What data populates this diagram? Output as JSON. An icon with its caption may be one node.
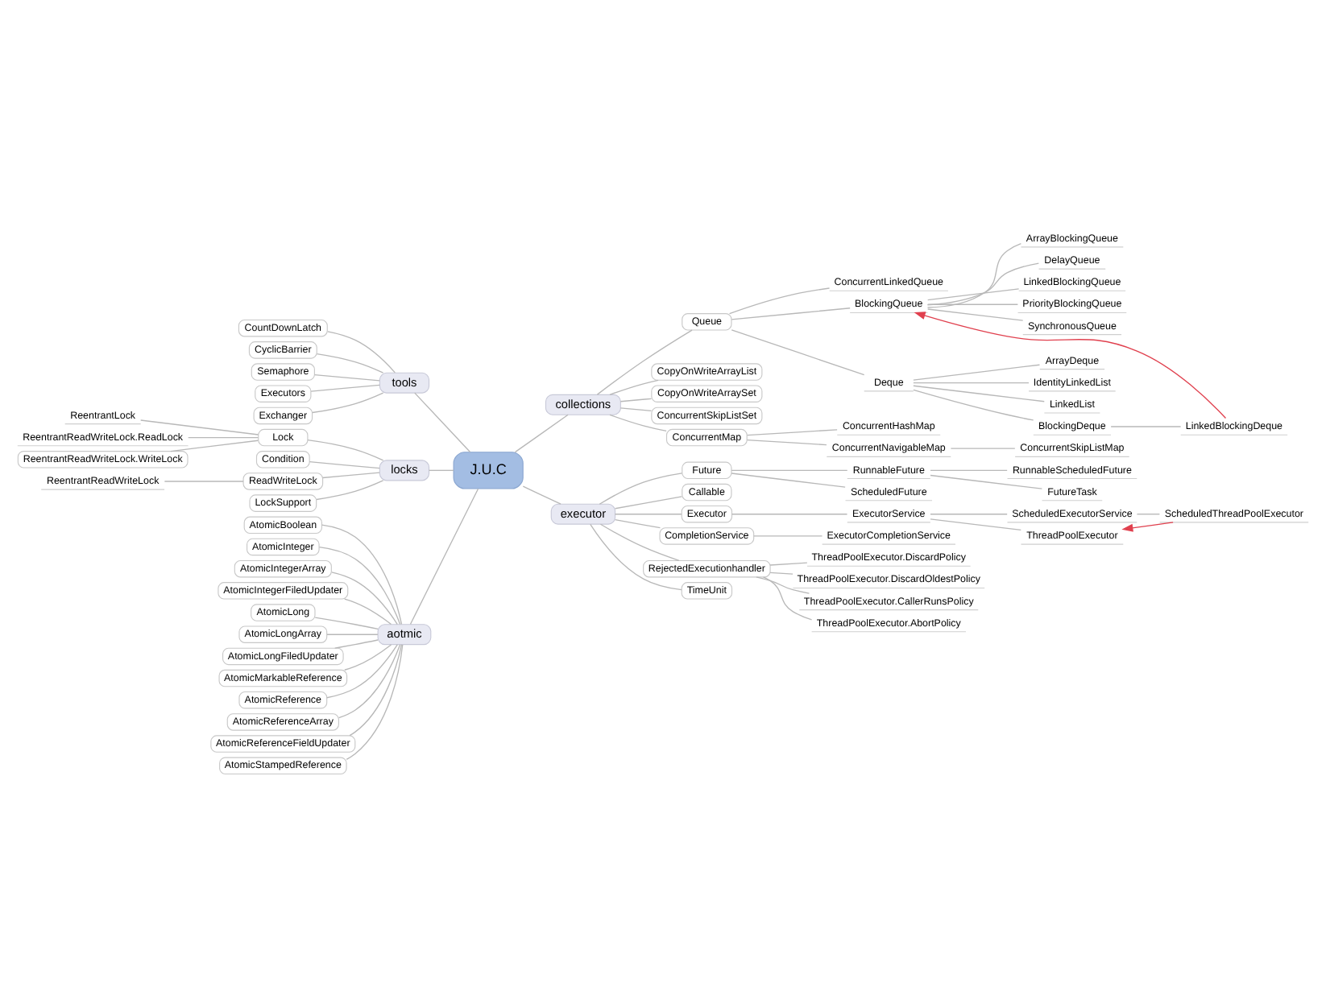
{
  "diagram": {
    "nodes": [
      {
        "text": [
          "J.U.C"
        ]
      },
      {
        "text": [
          "tools"
        ]
      },
      {
        "text": [
          "CountDownLatch"
        ]
      },
      {
        "text": [
          "CyclicBarrier"
        ]
      },
      {
        "text": [
          "Semaphore"
        ]
      },
      {
        "text": [
          "Executors"
        ]
      },
      {
        "text": [
          "Exchanger"
        ]
      },
      {
        "text": [
          "locks"
        ]
      },
      {
        "text": [
          "Lock"
        ]
      },
      {
        "text": [
          "ReentrantLock"
        ]
      },
      {
        "text": [
          "ReentrantReadWriteLock.ReadLock"
        ]
      },
      {
        "text": [
          "ReentrantReadWriteLock.WriteLock"
        ]
      },
      {
        "text": [
          "Condition"
        ]
      },
      {
        "text": [
          "ReadWriteLock"
        ]
      },
      {
        "text": [
          "ReentrantReadWriteLock"
        ]
      },
      {
        "text": [
          "LockSupport"
        ]
      },
      {
        "text": [
          "aotmic"
        ]
      },
      {
        "text": [
          "AtomicBoolean"
        ]
      },
      {
        "text": [
          "AtomicInteger"
        ]
      },
      {
        "text": [
          "AtomicIntegerArray"
        ]
      },
      {
        "text": [
          "AtomicIntegerFiledUpdater"
        ]
      },
      {
        "text": [
          "AtomicLong"
        ]
      },
      {
        "text": [
          "AtomicLongArray"
        ]
      },
      {
        "text": [
          "AtomicLongFiledUpdater"
        ]
      },
      {
        "text": [
          "AtomicMarkableReference"
        ]
      },
      {
        "text": [
          "AtomicReference"
        ]
      },
      {
        "text": [
          "AtomicReferenceArray"
        ]
      },
      {
        "text": [
          "AtomicReferenceFieldUpdater"
        ]
      },
      {
        "text": [
          "AtomicStampedReference"
        ]
      },
      {
        "text": [
          "collections"
        ]
      },
      {
        "text": [
          "Queue"
        ]
      },
      {
        "text": [
          "ConcurrentLinkedQueue"
        ]
      },
      {
        "text": [
          "BlockingQueue"
        ]
      },
      {
        "text": [
          "ArrayBlockingQueue"
        ]
      },
      {
        "text": [
          "DelayQueue"
        ]
      },
      {
        "text": [
          "LinkedBlockingQueue"
        ]
      },
      {
        "text": [
          "PriorityBlockingQueue"
        ]
      },
      {
        "text": [
          "SynchronousQueue"
        ]
      },
      {
        "text": [
          "Deque"
        ]
      },
      {
        "text": [
          "ArrayDeque"
        ]
      },
      {
        "text": [
          "IdentityLinkedList"
        ]
      },
      {
        "text": [
          "LinkedList"
        ]
      },
      {
        "text": [
          "BlockingDeque"
        ]
      },
      {
        "text": [
          "LinkedBlockingDeque"
        ]
      },
      {
        "text": [
          "CopyOnWriteArrayList"
        ]
      },
      {
        "text": [
          "CopyOnWriteArraySet"
        ]
      },
      {
        "text": [
          "ConcurrentSkipListSet"
        ]
      },
      {
        "text": [
          "ConcurrentMap"
        ]
      },
      {
        "text": [
          "ConcurrentHashMap"
        ]
      },
      {
        "text": [
          "ConcurrentNavigableMap"
        ]
      },
      {
        "text": [
          "ConcurrentSkipListMap"
        ]
      },
      {
        "text": [
          "executor"
        ]
      },
      {
        "text": [
          "Future"
        ]
      },
      {
        "text": [
          "RunnableFuture"
        ]
      },
      {
        "text": [
          "RunnableScheduledFuture"
        ]
      },
      {
        "text": [
          "FutureTask"
        ]
      },
      {
        "text": [
          "ScheduledFuture"
        ]
      },
      {
        "text": [
          "Callable"
        ]
      },
      {
        "text": [
          "Executor"
        ]
      },
      {
        "text": [
          "ExecutorService"
        ]
      },
      {
        "text": [
          "ScheduledExecutorService"
        ]
      },
      {
        "text": [
          "ScheduledThreadPoolExecutor"
        ]
      },
      {
        "text": [
          "ThreadPoolExecutor"
        ]
      },
      {
        "text": [
          "CompletionService"
        ]
      },
      {
        "text": [
          "ExecutorCompletionService"
        ]
      },
      {
        "text": [
          "RejectedExecutionhandler"
        ]
      },
      {
        "text": [
          "ThreadPoolExecutor.DiscardPolicy"
        ]
      },
      {
        "text": [
          "ThreadPoolExecutor.DiscardOldestPolicy"
        ]
      },
      {
        "text": [
          "ThreadPoolExecutor.CallerRunsPolicy"
        ]
      },
      {
        "text": [
          "ThreadPoolExecutor.AbortPolicy"
        ]
      },
      {
        "text": [
          "TimeUnit"
        ]
      }
    ],
    "edges": [
      {
        "from": 0,
        "to": 1,
        "arrow": "none"
      },
      {
        "from": 1,
        "to": 2,
        "arrow": "none"
      },
      {
        "from": 1,
        "to": 3,
        "arrow": "none"
      },
      {
        "from": 1,
        "to": 4,
        "arrow": "none"
      },
      {
        "from": 1,
        "to": 5,
        "arrow": "none"
      },
      {
        "from": 1,
        "to": 6,
        "arrow": "none"
      },
      {
        "from": 0,
        "to": 7,
        "arrow": "none"
      },
      {
        "from": 7,
        "to": 8,
        "arrow": "none"
      },
      {
        "from": 8,
        "to": 9,
        "arrow": "none"
      },
      {
        "from": 8,
        "to": 10,
        "arrow": "none"
      },
      {
        "from": 8,
        "to": 11,
        "arrow": "none"
      },
      {
        "from": 7,
        "to": 12,
        "arrow": "none"
      },
      {
        "from": 7,
        "to": 13,
        "arrow": "none"
      },
      {
        "from": 13,
        "to": 14,
        "arrow": "none"
      },
      {
        "from": 7,
        "to": 15,
        "arrow": "none"
      },
      {
        "from": 0,
        "to": 16,
        "arrow": "none"
      },
      {
        "from": 16,
        "to": 17,
        "arrow": "none"
      },
      {
        "from": 16,
        "to": 18,
        "arrow": "none"
      },
      {
        "from": 16,
        "to": 19,
        "arrow": "none"
      },
      {
        "from": 16,
        "to": 20,
        "arrow": "none"
      },
      {
        "from": 16,
        "to": 21,
        "arrow": "none"
      },
      {
        "from": 16,
        "to": 22,
        "arrow": "none"
      },
      {
        "from": 16,
        "to": 23,
        "arrow": "none"
      },
      {
        "from": 16,
        "to": 24,
        "arrow": "none"
      },
      {
        "from": 16,
        "to": 25,
        "arrow": "none"
      },
      {
        "from": 16,
        "to": 26,
        "arrow": "none"
      },
      {
        "from": 16,
        "to": 27,
        "arrow": "none"
      },
      {
        "from": 16,
        "to": 28,
        "arrow": "none"
      },
      {
        "from": 0,
        "to": 29,
        "arrow": "none"
      },
      {
        "from": 29,
        "to": 30,
        "arrow": "none"
      },
      {
        "from": 30,
        "to": 31,
        "arrow": "none"
      },
      {
        "from": 30,
        "to": 32,
        "arrow": "none"
      },
      {
        "from": 32,
        "to": 33,
        "arrow": "none"
      },
      {
        "from": 32,
        "to": 34,
        "arrow": "none"
      },
      {
        "from": 32,
        "to": 35,
        "arrow": "none"
      },
      {
        "from": 32,
        "to": 36,
        "arrow": "none"
      },
      {
        "from": 32,
        "to": 37,
        "arrow": "none"
      },
      {
        "from": 30,
        "to": 38,
        "arrow": "none"
      },
      {
        "from": 38,
        "to": 39,
        "arrow": "none"
      },
      {
        "from": 38,
        "to": 40,
        "arrow": "none"
      },
      {
        "from": 38,
        "to": 41,
        "arrow": "none"
      },
      {
        "from": 38,
        "to": 42,
        "arrow": "none"
      },
      {
        "from": 42,
        "to": 43,
        "arrow": "none"
      },
      {
        "from": 43,
        "to": 32,
        "arrow": "to",
        "color": "#e0404e"
      },
      {
        "from": 29,
        "to": 44,
        "arrow": "none"
      },
      {
        "from": 29,
        "to": 45,
        "arrow": "none"
      },
      {
        "from": 29,
        "to": 46,
        "arrow": "none"
      },
      {
        "from": 29,
        "to": 47,
        "arrow": "none"
      },
      {
        "from": 47,
        "to": 48,
        "arrow": "none"
      },
      {
        "from": 47,
        "to": 49,
        "arrow": "none"
      },
      {
        "from": 49,
        "to": 50,
        "arrow": "none"
      },
      {
        "from": 0,
        "to": 51,
        "arrow": "none"
      },
      {
        "from": 51,
        "to": 52,
        "arrow": "none"
      },
      {
        "from": 52,
        "to": 53,
        "arrow": "none"
      },
      {
        "from": 53,
        "to": 54,
        "arrow": "none"
      },
      {
        "from": 53,
        "to": 55,
        "arrow": "none"
      },
      {
        "from": 52,
        "to": 56,
        "arrow": "none"
      },
      {
        "from": 51,
        "to": 57,
        "arrow": "none"
      },
      {
        "from": 51,
        "to": 58,
        "arrow": "none"
      },
      {
        "from": 58,
        "to": 59,
        "arrow": "none"
      },
      {
        "from": 59,
        "to": 60,
        "arrow": "none"
      },
      {
        "from": 60,
        "to": 61,
        "arrow": "none"
      },
      {
        "from": 59,
        "to": 62,
        "arrow": "none"
      },
      {
        "from": 61,
        "to": 62,
        "arrow": "to",
        "color": "#e0404e"
      },
      {
        "from": 51,
        "to": 63,
        "arrow": "none"
      },
      {
        "from": 63,
        "to": 64,
        "arrow": "none"
      },
      {
        "from": 51,
        "to": 65,
        "arrow": "none"
      },
      {
        "from": 65,
        "to": 66,
        "arrow": "none"
      },
      {
        "from": 65,
        "to": 67,
        "arrow": "none"
      },
      {
        "from": 65,
        "to": 68,
        "arrow": "none"
      },
      {
        "from": 65,
        "to": 69,
        "arrow": "none"
      },
      {
        "from": 51,
        "to": 70,
        "arrow": "none"
      }
    ]
  }
}
